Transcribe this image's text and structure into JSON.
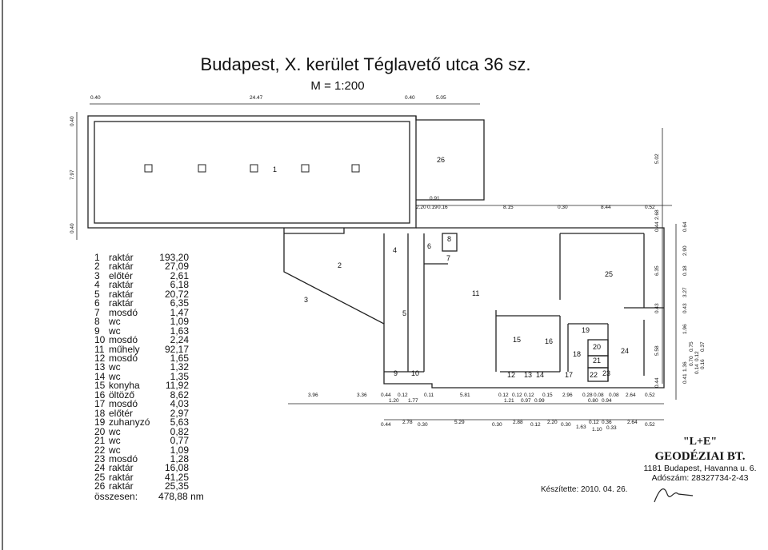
{
  "title": "Budapest, X. kerület Téglavető utca 36 sz.",
  "scale": "M = 1:200",
  "rooms": [
    {
      "no": "1",
      "name": "raktár",
      "area": "193,20"
    },
    {
      "no": "2",
      "name": "raktár",
      "area": "27,09"
    },
    {
      "no": "3",
      "name": "előtér",
      "area": "2,61"
    },
    {
      "no": "4",
      "name": "raktár",
      "area": "6,18"
    },
    {
      "no": "5",
      "name": "raktár",
      "area": "20,72"
    },
    {
      "no": "6",
      "name": "raktár",
      "area": "6,35"
    },
    {
      "no": "7",
      "name": "mosdó",
      "area": "1,47"
    },
    {
      "no": "8",
      "name": "wc",
      "area": "1,09"
    },
    {
      "no": "9",
      "name": "wc",
      "area": "1,63"
    },
    {
      "no": "10",
      "name": "mosdó",
      "area": "2,24"
    },
    {
      "no": "11",
      "name": "műhely",
      "area": "92,17"
    },
    {
      "no": "12",
      "name": "mosdó",
      "area": "1,65"
    },
    {
      "no": "13",
      "name": "wc",
      "area": "1,32"
    },
    {
      "no": "14",
      "name": "wc",
      "area": "1,35"
    },
    {
      "no": "15",
      "name": "konyha",
      "area": "11,92"
    },
    {
      "no": "16",
      "name": "öltöző",
      "area": "8,62"
    },
    {
      "no": "17",
      "name": "mosdó",
      "area": "4,03"
    },
    {
      "no": "18",
      "name": "előtér",
      "area": "2,97"
    },
    {
      "no": "19",
      "name": "zuhanyzó",
      "area": "5,63"
    },
    {
      "no": "20",
      "name": "wc",
      "area": "0,82"
    },
    {
      "no": "21",
      "name": "wc",
      "area": "0,77"
    },
    {
      "no": "22",
      "name": "wc",
      "area": "1,09"
    },
    {
      "no": "23",
      "name": "mosdó",
      "area": "1,28"
    },
    {
      "no": "24",
      "name": "raktár",
      "area": "16,08"
    },
    {
      "no": "25",
      "name": "raktár",
      "area": "41,25"
    },
    {
      "no": "26",
      "name": "raktár",
      "area": "25,35"
    }
  ],
  "total": {
    "label": "összesen:",
    "value": "478,88 nm"
  },
  "company": {
    "name": "\"L+E\"",
    "firm": "GEODÉZIAI BT.",
    "address": "1181 Budapest, Havanna u. 6.",
    "tax": "Adószám: 28327734-2-43"
  },
  "prepared": "Készítette: 2010. 04. 26.",
  "plan_labels": [
    "1",
    "2",
    "3",
    "4",
    "5",
    "6",
    "7",
    "8",
    "9",
    "10",
    "11",
    "12",
    "13",
    "14",
    "15",
    "16",
    "17",
    "18",
    "19",
    "20",
    "21",
    "22",
    "23",
    "24",
    "25",
    "26"
  ],
  "dimensions": {
    "top": [
      "0.40",
      "24.47",
      "0.40",
      "5.05"
    ],
    "left": [
      "0.40",
      "7.97",
      "0.40"
    ],
    "mid_row": [
      "0.91",
      "2.20",
      "0.19",
      "0.16",
      "8.15",
      "0.30",
      "8.44",
      "0.52"
    ],
    "right_col": [
      "5.02",
      "2.68",
      "0.44",
      "6.35",
      "0.43",
      "5.58",
      "0.44"
    ],
    "far_right": [
      "0.64",
      "2.90",
      "0.18",
      "3.27",
      "0.43",
      "1.96",
      "0.37",
      "0.75",
      "0.70",
      "0.12",
      "0.14",
      "0.16",
      "0.41",
      "1.36"
    ],
    "bottom1": [
      "3.96",
      "3.36",
      "0.44",
      "0.12",
      "0.11",
      "5.81",
      "0.12",
      "0.12",
      "0.12",
      "0.15",
      "2.96",
      "0.28",
      "0.08",
      "0.08",
      "2.64",
      "0.52"
    ],
    "bottom2": [
      "1.20",
      "1.77",
      "1.21",
      "0.97",
      "0.99",
      "0.80",
      "0.94"
    ],
    "bottom3": [
      "0.44",
      "2.78",
      "0.30",
      "5.29",
      "0.30",
      "2.88",
      "0.12",
      "2.20",
      "0.30",
      "1.63",
      "0.12",
      "0.36",
      "1.10",
      "0.33",
      "2.64",
      "0.52"
    ]
  }
}
